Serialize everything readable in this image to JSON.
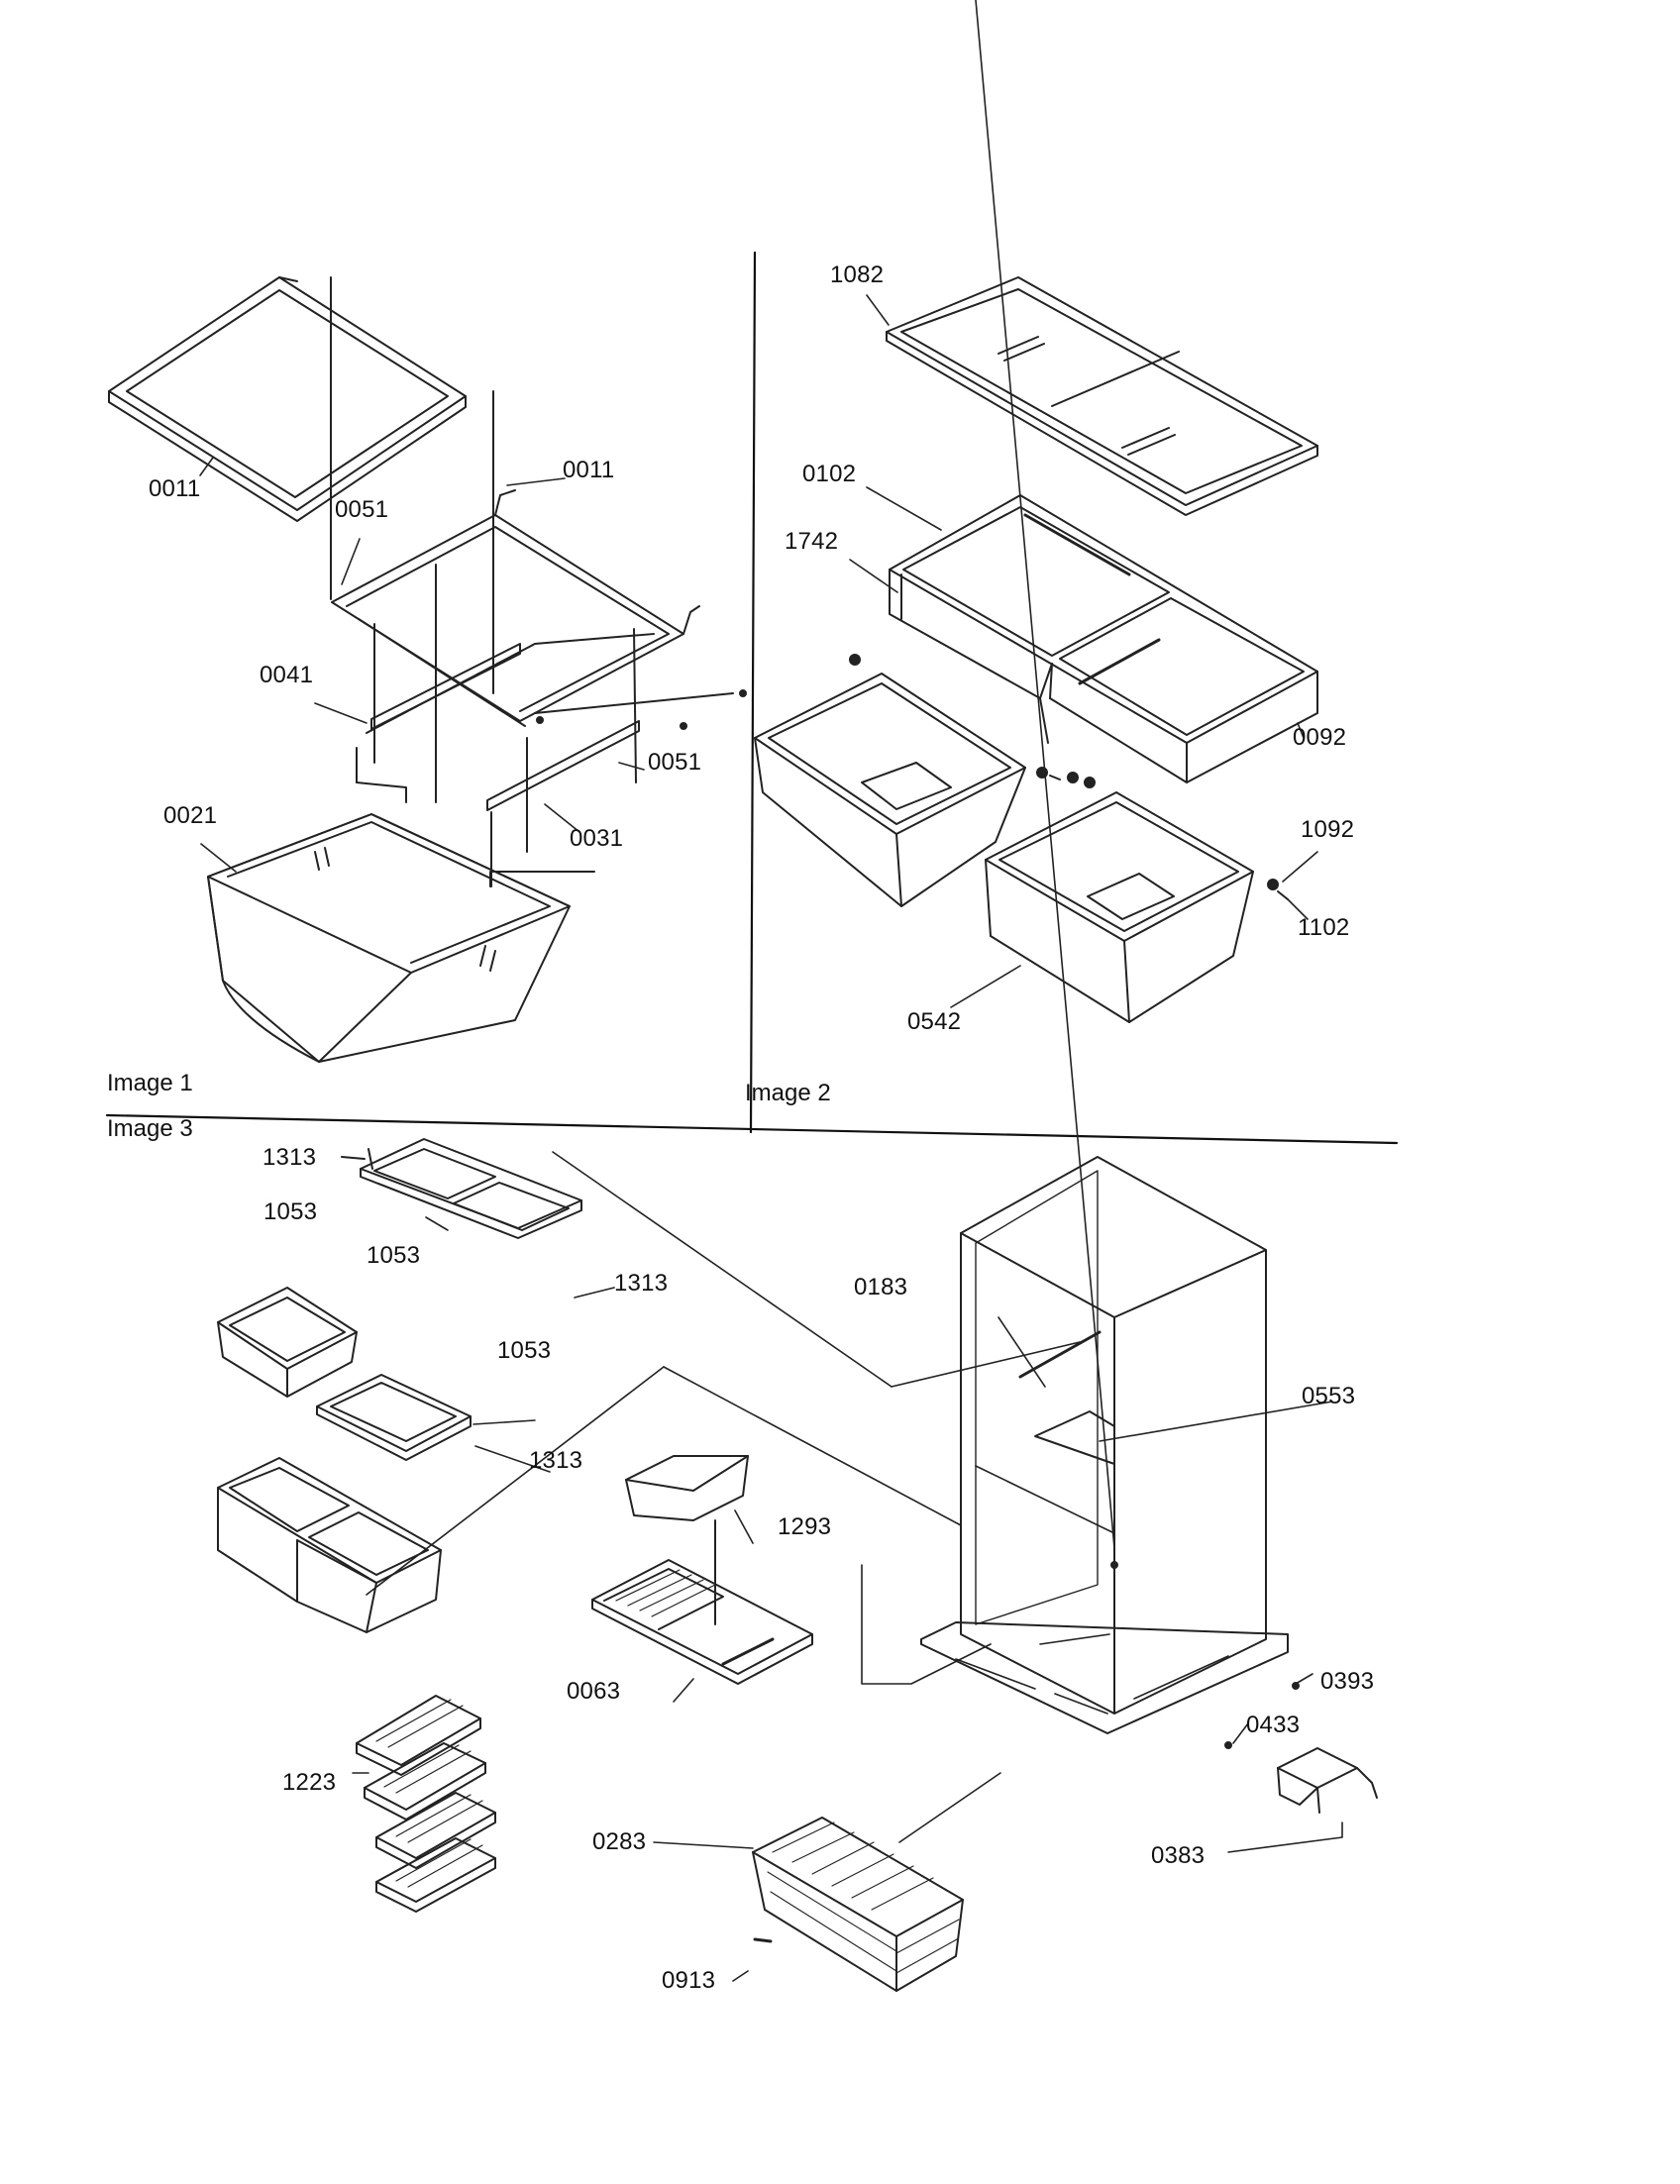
{
  "image1": {
    "caption": "Image 1",
    "labels": [
      "0011",
      "0011",
      "0051",
      "0041",
      "0051",
      "0021",
      "0031"
    ]
  },
  "image2": {
    "caption": "Image 2",
    "labels": [
      "1082",
      "0102",
      "1742",
      "0092",
      "1092",
      "1102",
      "0542"
    ]
  },
  "image3": {
    "caption": "Image 3",
    "labels": [
      "1313",
      "1053",
      "1053",
      "1313",
      "0183",
      "1053",
      "0553",
      "1313",
      "1293",
      "0063",
      "0393",
      "0433",
      "1223",
      "0283",
      "0383",
      "0913"
    ]
  }
}
